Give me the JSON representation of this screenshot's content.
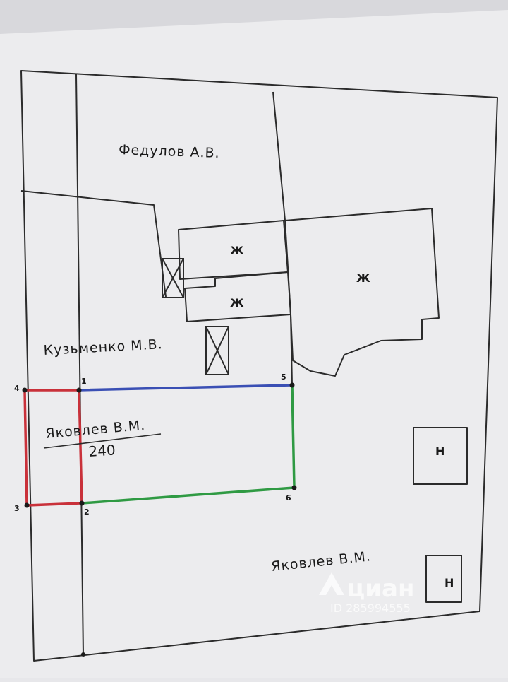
{
  "owners": {
    "fedulov": "Федулов А.В.",
    "kuzmenko": "Кузьменко М.В.",
    "yakovlev_plot": "Яковлев В.М.",
    "yakovlev_south": "Яковлев В.М."
  },
  "plot_area": "240",
  "building_marks": {
    "zh1": "Ж",
    "zh2": "Ж",
    "zh3": "Ж",
    "n1": "Н",
    "n2": "Н"
  },
  "points": [
    "1",
    "2",
    "3",
    "4",
    "5",
    "6"
  ],
  "watermark": {
    "brand": "циан",
    "id": "ID 285994555"
  },
  "colors": {
    "paper": "#ececee",
    "line": "#2b2b2b",
    "red": "#c9313a",
    "blue": "#3a4fb4",
    "green": "#2f9a43"
  }
}
